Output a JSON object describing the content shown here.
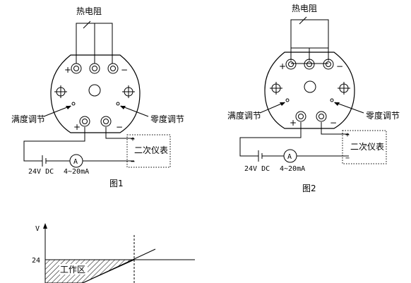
{
  "fig1": {
    "rtd_label": "热电阻",
    "full_scale_label": "满度调节",
    "zero_label": "零度调节",
    "secondary_label": "二次仪表",
    "supply_label": "24V DC",
    "current_label": "4~20mA",
    "meter_symbol": "A",
    "caption": "图1",
    "plus_top": "+",
    "minus_top": "−",
    "plus_bottom": "+",
    "minus_bottom": "−",
    "plus_box": "+",
    "minus_box": "−"
  },
  "fig2": {
    "rtd_label": "热电阻",
    "full_scale_label": "满度调节",
    "zero_label": "零度调节",
    "secondary_label": "二次仪表",
    "supply_label": "24V DC",
    "current_label": "4~20mA",
    "meter_symbol": "A",
    "caption": "图2",
    "plus_top": "+",
    "minus_top": "−",
    "plus_bottom": "+",
    "minus_bottom": "−",
    "plus_box": "+",
    "minus_box": "−"
  },
  "graph": {
    "y_axis_label": "V",
    "y_tick_label": "24",
    "region_label": "工作区"
  }
}
